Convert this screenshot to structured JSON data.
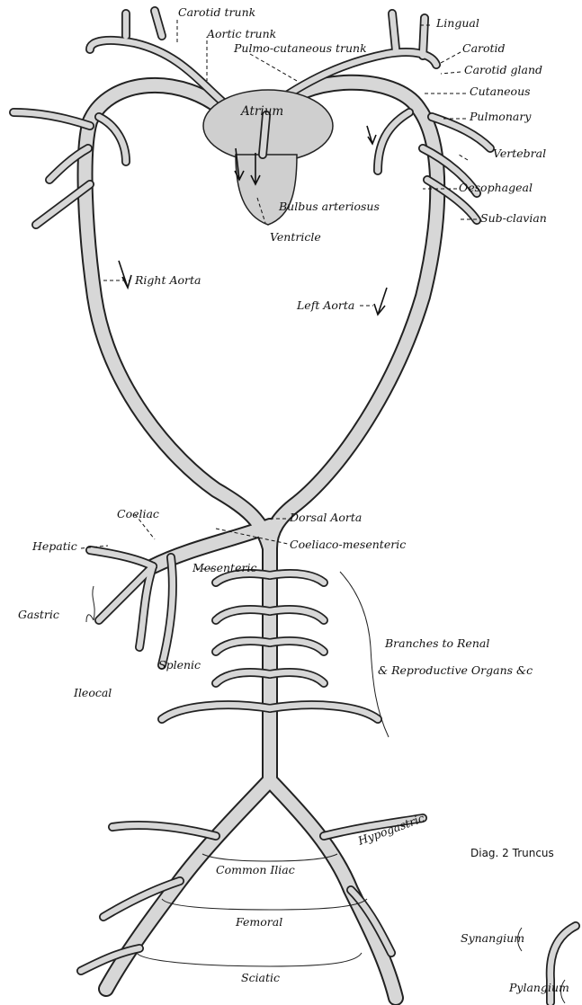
{
  "labels": {
    "carotid_trunk": "Carotid trunk",
    "aortic_trunk": "Aortic trunk",
    "pulmo_cutaneous_trunk": "Pulmo-cutaneous trunk",
    "lingual": "Lingual",
    "carotid": "Carotid",
    "carotid_gland": "Carotid gland",
    "cutaneous": "Cutaneous",
    "pulmonary": "Pulmonary",
    "vertebral": "Vertebral",
    "oesophageal": "Oesophageal",
    "sub_clavian": "Sub-clavian",
    "atrium": "Atrium",
    "bulbus_arteriosus": "Bulbus arteriosus",
    "ventricle": "Ventricle",
    "right_aorta": "Right Aorta",
    "left_aorta": "Left Aorta",
    "coeliac": "Coeliac",
    "hepatic": "Hepatic",
    "dorsal_aorta": "Dorsal Aorta",
    "coeliaco_mesenteric": "Coeliaco-mesenteric",
    "mesenteric": "Mesenteric",
    "gastric": "Gastric",
    "splenic": "Splenic",
    "intestinal": "Ileocal",
    "branches_line1": "Branches to Renal",
    "branches_line2": "& Reproductive Organs &c",
    "hypogastric": "Hypogastric",
    "common_iliac": "Common Iliac",
    "femoral": "Femoral",
    "sciatic": "Sciatic",
    "diag2_title": "Diag. 2 Truncus",
    "synangium": "Synangium",
    "pylangium": "Pylangium"
  }
}
